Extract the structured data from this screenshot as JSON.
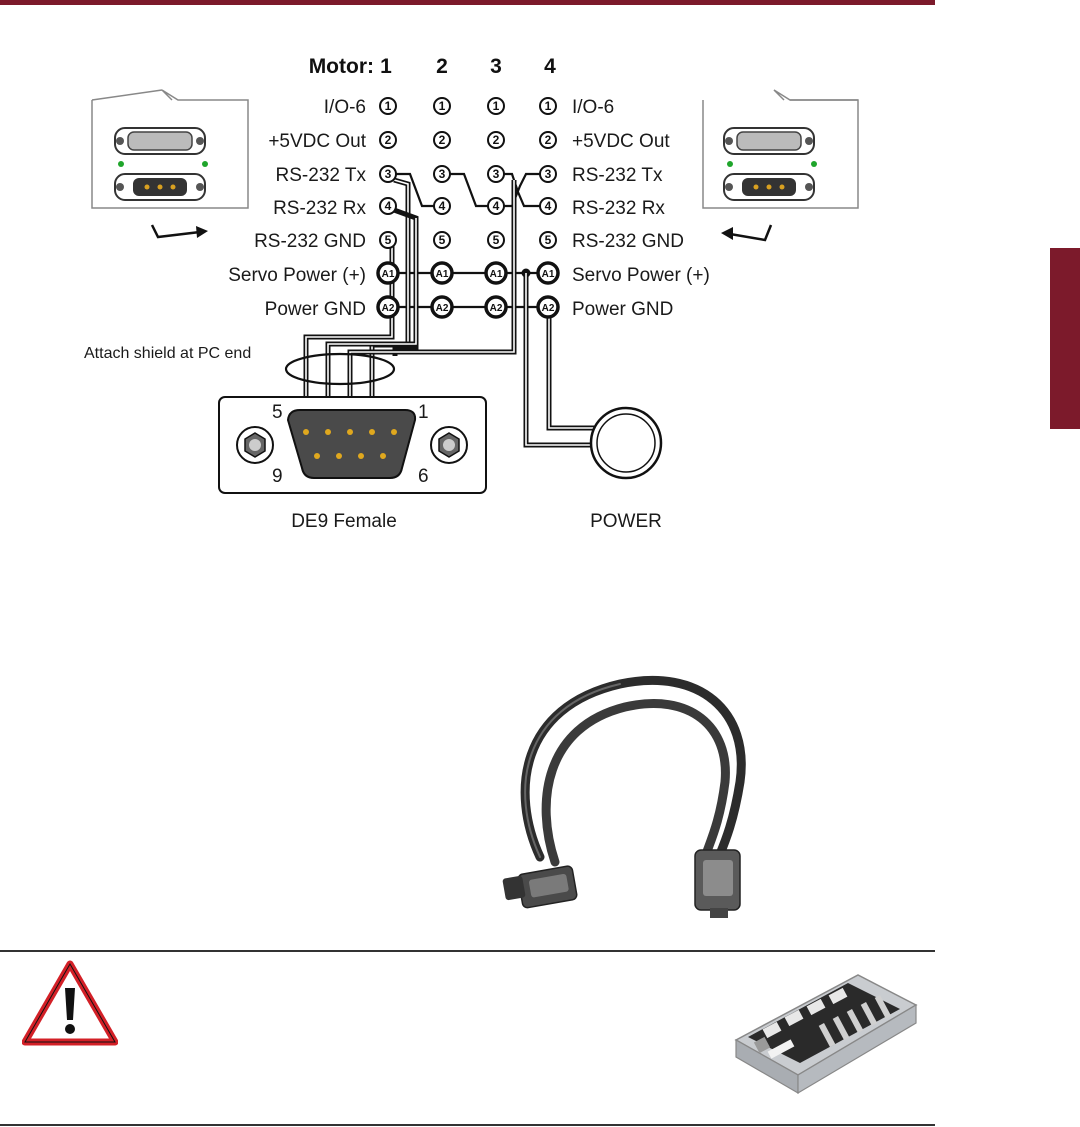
{
  "header": {
    "label": "Motor:",
    "motors": [
      "1",
      "2",
      "3",
      "4"
    ]
  },
  "signals": [
    {
      "left": "I/O-6",
      "right": "I/O-6",
      "pin": "1"
    },
    {
      "left": "+5VDC Out",
      "right": "+5VDC Out",
      "pin": "2"
    },
    {
      "left": "RS-232 Tx",
      "right": "RS-232 Tx",
      "pin": "3"
    },
    {
      "left": "RS-232 Rx",
      "right": "RS-232 Rx",
      "pin": "4"
    },
    {
      "left": "RS-232 GND",
      "right": "RS-232 GND",
      "pin": "5"
    },
    {
      "left": "Servo Power (+)",
      "right": "Servo Power (+)",
      "pin": "A1"
    },
    {
      "left": "Power GND",
      "right": "Power GND",
      "pin": "A2"
    }
  ],
  "shield_note": "Attach shield at PC end",
  "de9": {
    "pin_5": "5",
    "pin_1": "1",
    "pin_9": "9",
    "pin_6": "6",
    "label": "DE9 Female"
  },
  "power": {
    "label": "POWER"
  },
  "colors": {
    "accent": "#7c1a2b",
    "ink": "#111111"
  },
  "icons": {
    "warning": "warning-triangle-icon"
  }
}
